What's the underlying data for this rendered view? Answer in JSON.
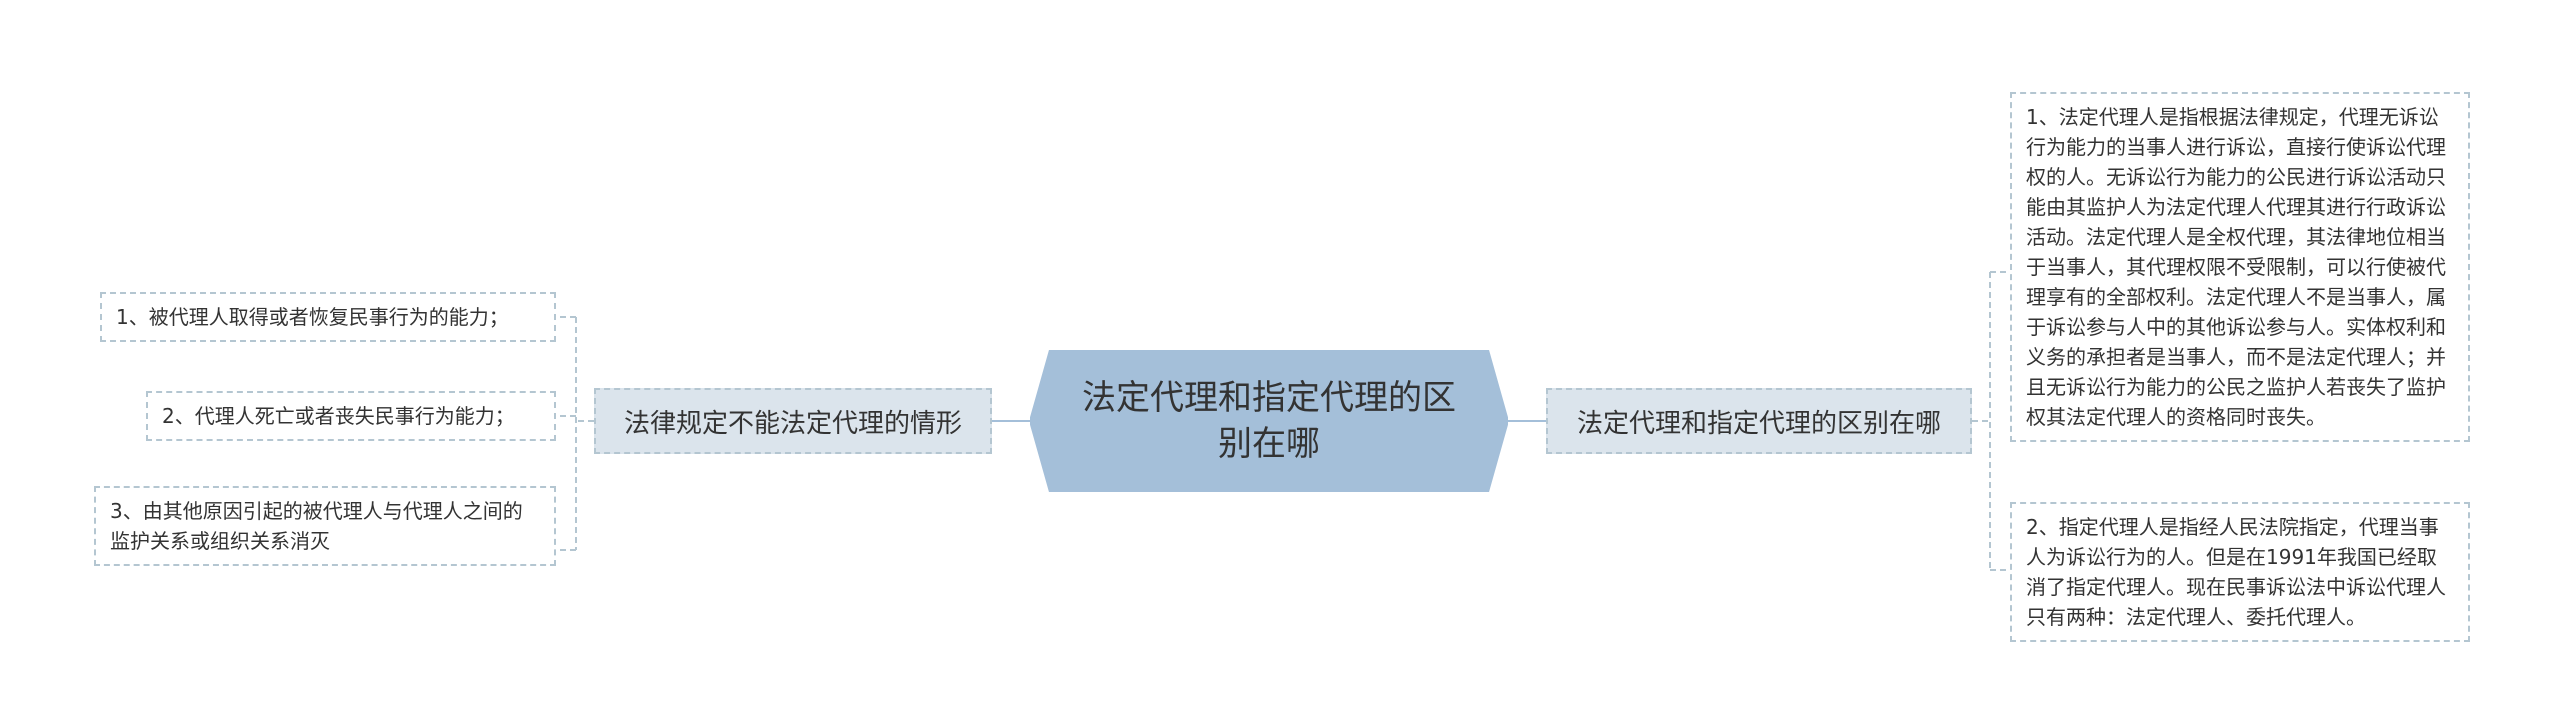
{
  "root": {
    "title": "法定代理和指定代理的区别在哪"
  },
  "left_branch": {
    "label": "法律规定不能法定代理的情形",
    "items": [
      "1、被代理人取得或者恢复民事行为的能力；",
      "2、代理人死亡或者丧失民事行为能力；",
      "3、由其他原因引起的被代理人与代理人之间的监护关系或组织关系消灭"
    ]
  },
  "right_branch": {
    "label": "法定代理和指定代理的区别在哪",
    "items": [
      "1、法定代理人是指根据法律规定，代理无诉讼行为能力的当事人进行诉讼，直接行使诉讼代理权的人。无诉讼行为能力的公民进行诉讼活动只能由其监护人为法定代理人代理其进行行政诉讼活动。法定代理人是全权代理，其法律地位相当于当事人，其代理权限不受限制，可以行使被代理享有的全部权利。法定代理人不是当事人，属于诉讼参与人中的其他诉讼参与人。实体权利和义务的承担者是当事人，而不是法定代理人；并且无诉讼行为能力的公民之监护人若丧失了监护权其法定代理人的资格同时丧失。",
      "2、指定代理人是指经人民法院指定，代理当事人为诉讼行为的人。但是在1991年我国已经取消了指定代理人。现在民事诉讼法中诉讼代理人只有两种：法定代理人、委托代理人。"
    ]
  },
  "colors": {
    "root_fill": "#a4bfd9",
    "root_stroke": "#a4bfd9",
    "branch_fill": "#dbe4ec",
    "dashed_border": "#b4c6d1",
    "connector": "#a4bfd9",
    "text": "#333333"
  }
}
